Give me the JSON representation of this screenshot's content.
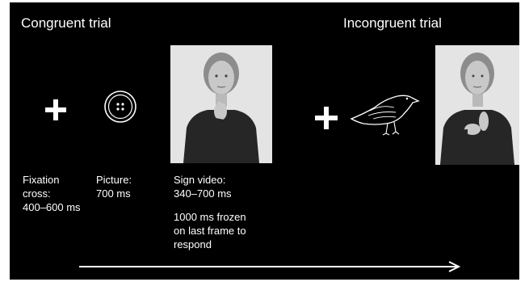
{
  "titles": {
    "congruent": "Congruent trial",
    "incongruent": "Incongruent trial"
  },
  "captions": {
    "fixation": [
      "Fixation",
      "cross:",
      "400–600 ms"
    ],
    "picture": [
      "Picture:",
      "700 ms"
    ],
    "sign_video": [
      "Sign video:",
      "340–700 ms"
    ],
    "frozen": [
      "1000 ms frozen",
      "on last frame to",
      "respond"
    ]
  },
  "images": {
    "congruent_picture": "button-line-drawing",
    "incongruent_picture": "bird-line-drawing",
    "congruent_sign_frame": "signer-photo-button-sign",
    "incongruent_sign_frame": "signer-photo-bird-sign"
  },
  "colors": {
    "background": "#000000",
    "foreground": "#ffffff"
  }
}
